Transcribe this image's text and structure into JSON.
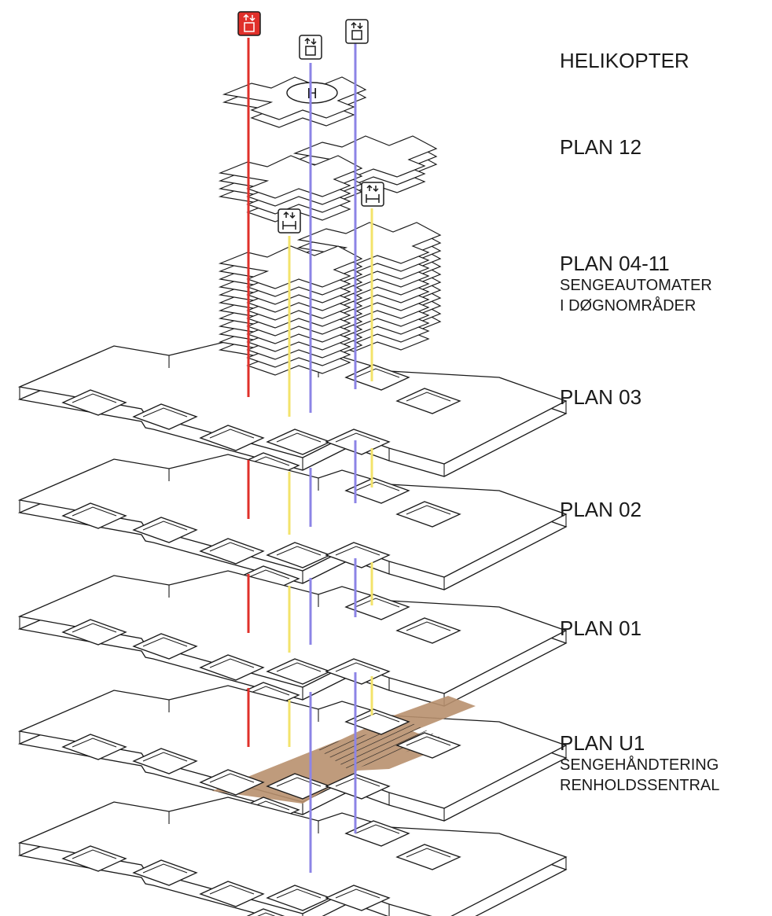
{
  "diagram": {
    "levels": [
      {
        "id": "helikopter",
        "label": "HELIKOPTER",
        "sub": []
      },
      {
        "id": "plan-12",
        "label": "PLAN 12",
        "sub": []
      },
      {
        "id": "plan-04-11",
        "label": "PLAN 04-11",
        "sub": [
          "SENGEAUTOMATER",
          "I DØGNOMRÅDER"
        ]
      },
      {
        "id": "plan-03",
        "label": "PLAN 03",
        "sub": []
      },
      {
        "id": "plan-02",
        "label": "PLAN 02",
        "sub": []
      },
      {
        "id": "plan-01",
        "label": "PLAN 01",
        "sub": []
      },
      {
        "id": "plan-u1",
        "label": "PLAN U1",
        "sub": [
          "SENGEHÅNDTERING",
          "RENHOLDSSENTRAL"
        ]
      }
    ],
    "helipad_symbol": "H",
    "colors": {
      "emergency_lift": "#e0302a",
      "lift": "#8c84e6",
      "bed_automat": "#f3e36b",
      "service_area": "#b8906e",
      "outline": "#1a1a1a",
      "fill": "#ffffff"
    },
    "icons": [
      "elevator-emergency-icon",
      "elevator-icon",
      "bed-lift-icon"
    ]
  }
}
